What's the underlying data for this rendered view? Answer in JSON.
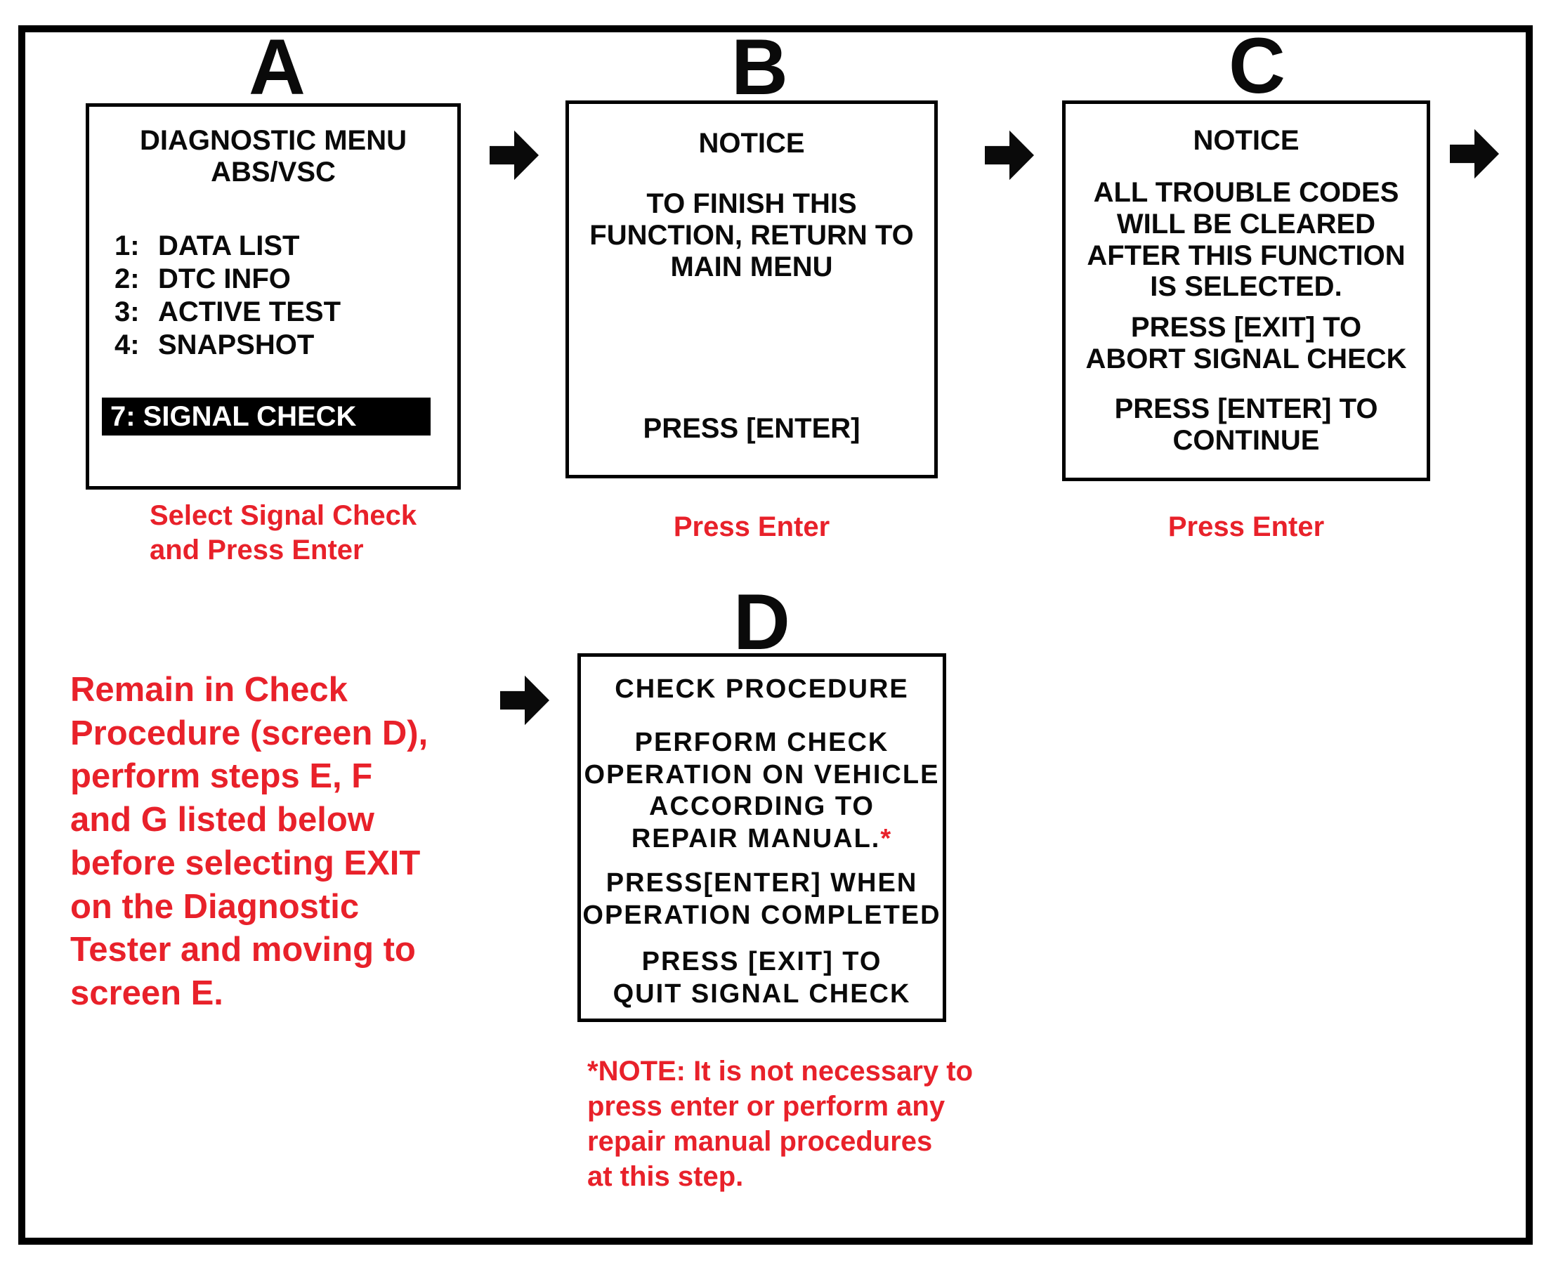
{
  "colors": {
    "red": "#e8212a",
    "black": "#000000",
    "highlight_bg": "#000000",
    "highlight_text": "#ffffff"
  },
  "steps": {
    "a": {
      "letter": "A",
      "caption": "Select Signal Check\nand Press Enter",
      "screen": {
        "title": "DIAGNOSTIC MENU\nABS/VSC",
        "menu": [
          {
            "num": "1:",
            "label": "DATA LIST"
          },
          {
            "num": "2:",
            "label": "DTC INFO"
          },
          {
            "num": "3:",
            "label": "ACTIVE TEST"
          },
          {
            "num": "4:",
            "label": "SNAPSHOT"
          }
        ],
        "highlight": "7: SIGNAL CHECK"
      }
    },
    "b": {
      "letter": "B",
      "caption": "Press Enter",
      "screen": {
        "heading": "NOTICE",
        "body": "TO FINISH THIS\nFUNCTION, RETURN TO\nMAIN MENU",
        "footer": "PRESS [ENTER]"
      }
    },
    "c": {
      "letter": "C",
      "caption": "Press Enter",
      "screen": {
        "heading": "NOTICE",
        "body1": "ALL TROUBLE CODES\nWILL BE CLEARED\nAFTER THIS FUNCTION\nIS SELECTED.",
        "body2": "PRESS [EXIT] TO\nABORT SIGNAL CHECK",
        "body3": "PRESS [ENTER] TO\nCONTINUE"
      }
    },
    "d": {
      "letter": "D",
      "screen": {
        "heading": "CHECK PROCEDURE",
        "body1": "PERFORM CHECK\nOPERATION ON VEHICLE\nACCORDING TO\nREPAIR MANUAL.",
        "body1_asterisk": "*",
        "body2": "PRESS[ENTER] WHEN\nOPERATION COMPLETED",
        "body3": "PRESS [EXIT] TO\nQUIT SIGNAL CHECK"
      },
      "note": "*NOTE: It is not necessary to\npress enter or perform any\nrepair manual procedures\nat this step."
    }
  },
  "left_instruction": "Remain in Check\nProcedure (screen D),\nperform steps E, F\nand G listed below\nbefore selecting EXIT\non the Diagnostic\nTester and moving to\nscreen E."
}
